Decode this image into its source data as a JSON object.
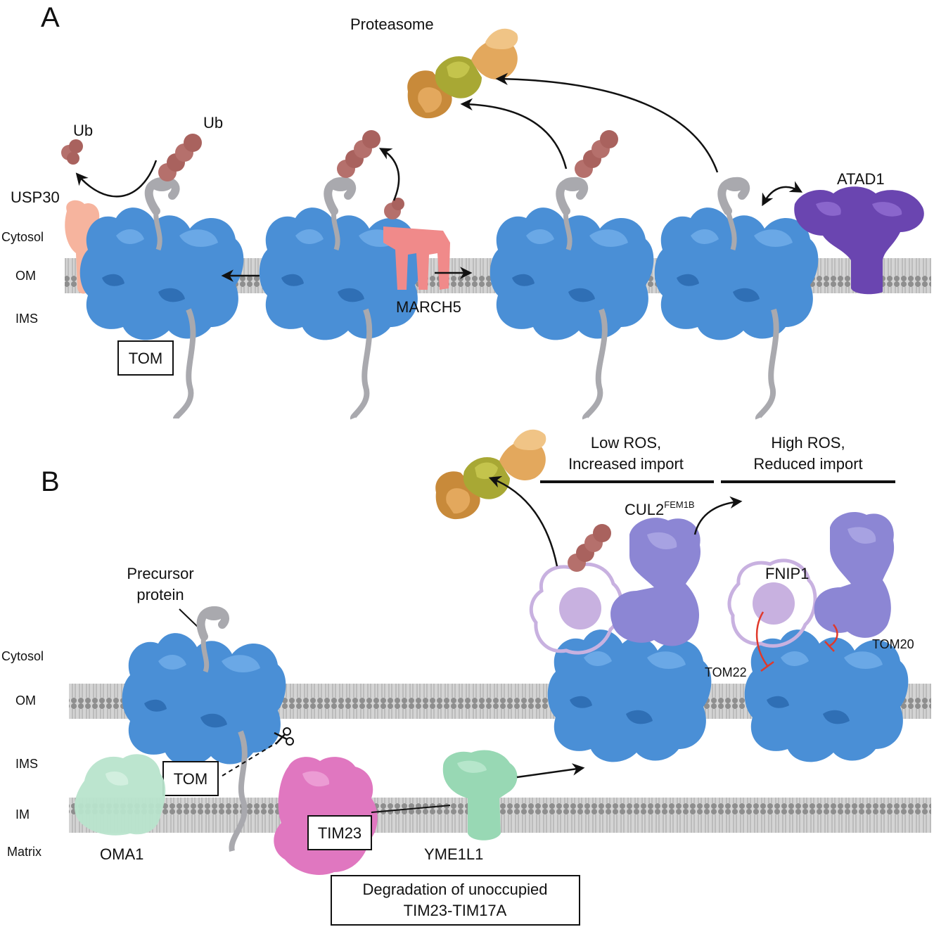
{
  "panel_a": {
    "letter": "A",
    "compartments": {
      "cytosol": "Cytosol",
      "om": "OM",
      "ims": "IMS"
    },
    "labels": {
      "proteasome": "Proteasome",
      "ub_left": "Ub",
      "ub_right": "Ub",
      "usp30": "USP30",
      "march5": "MARCH5",
      "atad1": "ATAD1",
      "tom_box": "TOM"
    }
  },
  "panel_b": {
    "letter": "B",
    "compartments": {
      "cytosol": "Cytosol",
      "om": "OM",
      "ims": "IMS",
      "im": "IM",
      "matrix": "Matrix"
    },
    "labels": {
      "low_ros_line1": "Low ROS,",
      "low_ros_line2": "Increased import",
      "high_ros_line1": "High ROS,",
      "high_ros_line2": "Reduced import",
      "cul2": "CUL2",
      "cul2_sup": "FEM1B",
      "fnip1": "FNIP1",
      "tom20": "TOM20",
      "tom22": "TOM22",
      "precursor_line1": "Precursor",
      "precursor_line2": "protein",
      "tom_box": "TOM",
      "tim23_box": "TIM23",
      "oma1": "OMA1",
      "yme1l1": "YME1L1",
      "degradation_line1": "Degradation of unoccupied",
      "degradation_line2": "TIM23-TIM17A"
    }
  },
  "colors": {
    "tom": "#4a8fd6",
    "ubiquitin": "#b5706c",
    "precursor": "#a9a9ae",
    "usp30": "#f6b49e",
    "march5": "#f08a8a",
    "atad1": "#6a45b0",
    "proteasome_cap": "#e3a85d",
    "proteasome_core": "#a8a834",
    "cul2": "#8c86d4",
    "fnip1": "#c8b1e0",
    "tim23": "#e077c0",
    "yme1l1": "#98d8b4",
    "oma1": "#b8e4cc",
    "membrane": "#c2c2c2",
    "inhibit": "#e0392b"
  },
  "icons": [
    "scissors-icon"
  ]
}
